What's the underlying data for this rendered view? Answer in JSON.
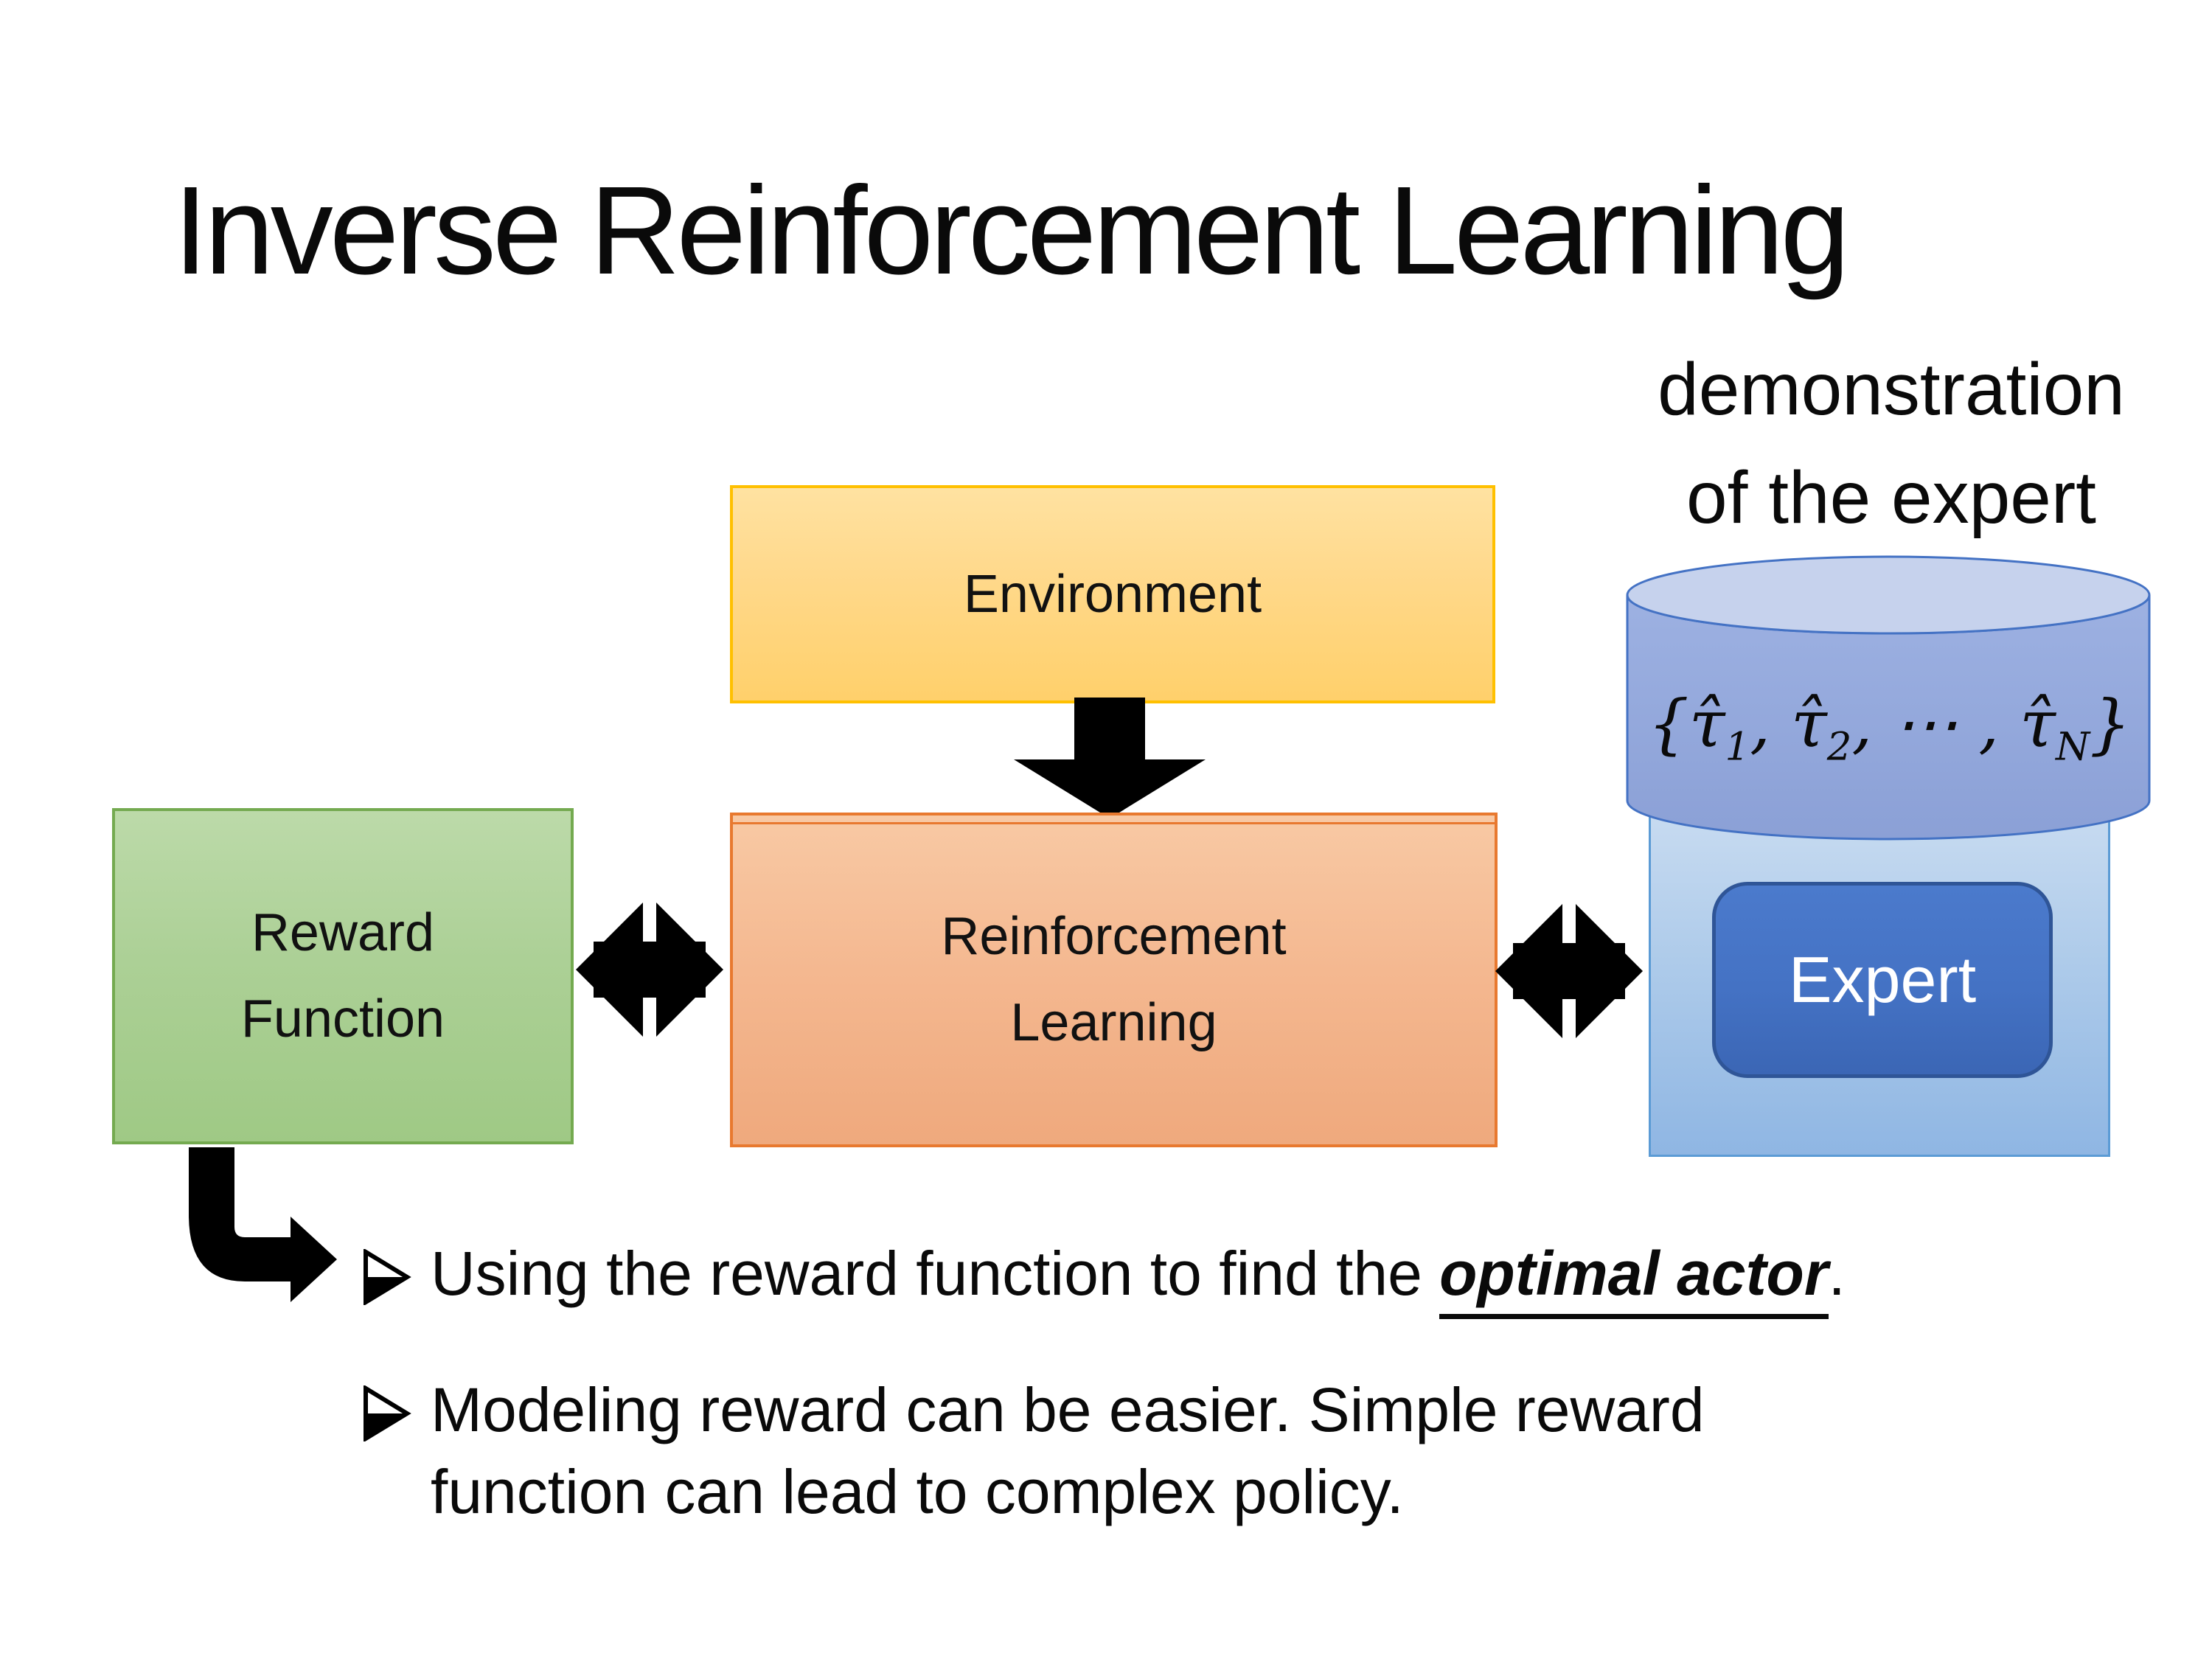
{
  "slide": {
    "title": "Inverse Reinforcement Learning"
  },
  "diagram": {
    "environment": {
      "label": "Environment"
    },
    "reward": {
      "line1": "Reward",
      "line2": "Function"
    },
    "rl": {
      "line1": "Reinforcement",
      "line2": "Learning"
    },
    "expert": {
      "label": "Expert"
    },
    "demonstration": {
      "line1": "demonstration",
      "line2": "of the expert"
    },
    "cylinder": {
      "math": {
        "open": "{",
        "tau1": "τ̂",
        "sub1": "1",
        "sep1": ", ",
        "tau2": "τ̂",
        "sub2": "2",
        "sep2": ", ⋯ , ",
        "tauN": "τ̂",
        "subN": "N",
        "close": "}"
      }
    },
    "icons": {
      "down_arrow": "down-arrow-icon",
      "left_double_arrow": "double-headed-arrow-icon",
      "right_double_arrow": "double-headed-arrow-icon",
      "elbow_arrow": "elbow-arrow-icon",
      "bullet_marker": "arrowhead-bullet-icon"
    }
  },
  "bullets": {
    "item1": {
      "pre": "Using the reward function to find the ",
      "emphasis": "optimal actor",
      "post": "."
    },
    "item2": {
      "text": "Modeling reward can be easier. Simple reward function can lead to complex policy."
    }
  },
  "colors": {
    "environment_fill": "#FFD98C",
    "environment_border": "#FFC000",
    "reward_fill": "#ACD096",
    "reward_border": "#74AA50",
    "rl_fill": "#F4B78F",
    "rl_border": "#E8792F",
    "expert_panel_fill": "#AECBEA",
    "expert_panel_border": "#5B9BD5",
    "expert_fill": "#4472C4",
    "expert_border": "#2F5597",
    "cylinder_fill": "#92A8DB",
    "cylinder_top_fill": "#C6D2ED",
    "cylinder_border": "#4472C4",
    "arrow_color": "#000000",
    "text_color": "#0A0A0A"
  }
}
